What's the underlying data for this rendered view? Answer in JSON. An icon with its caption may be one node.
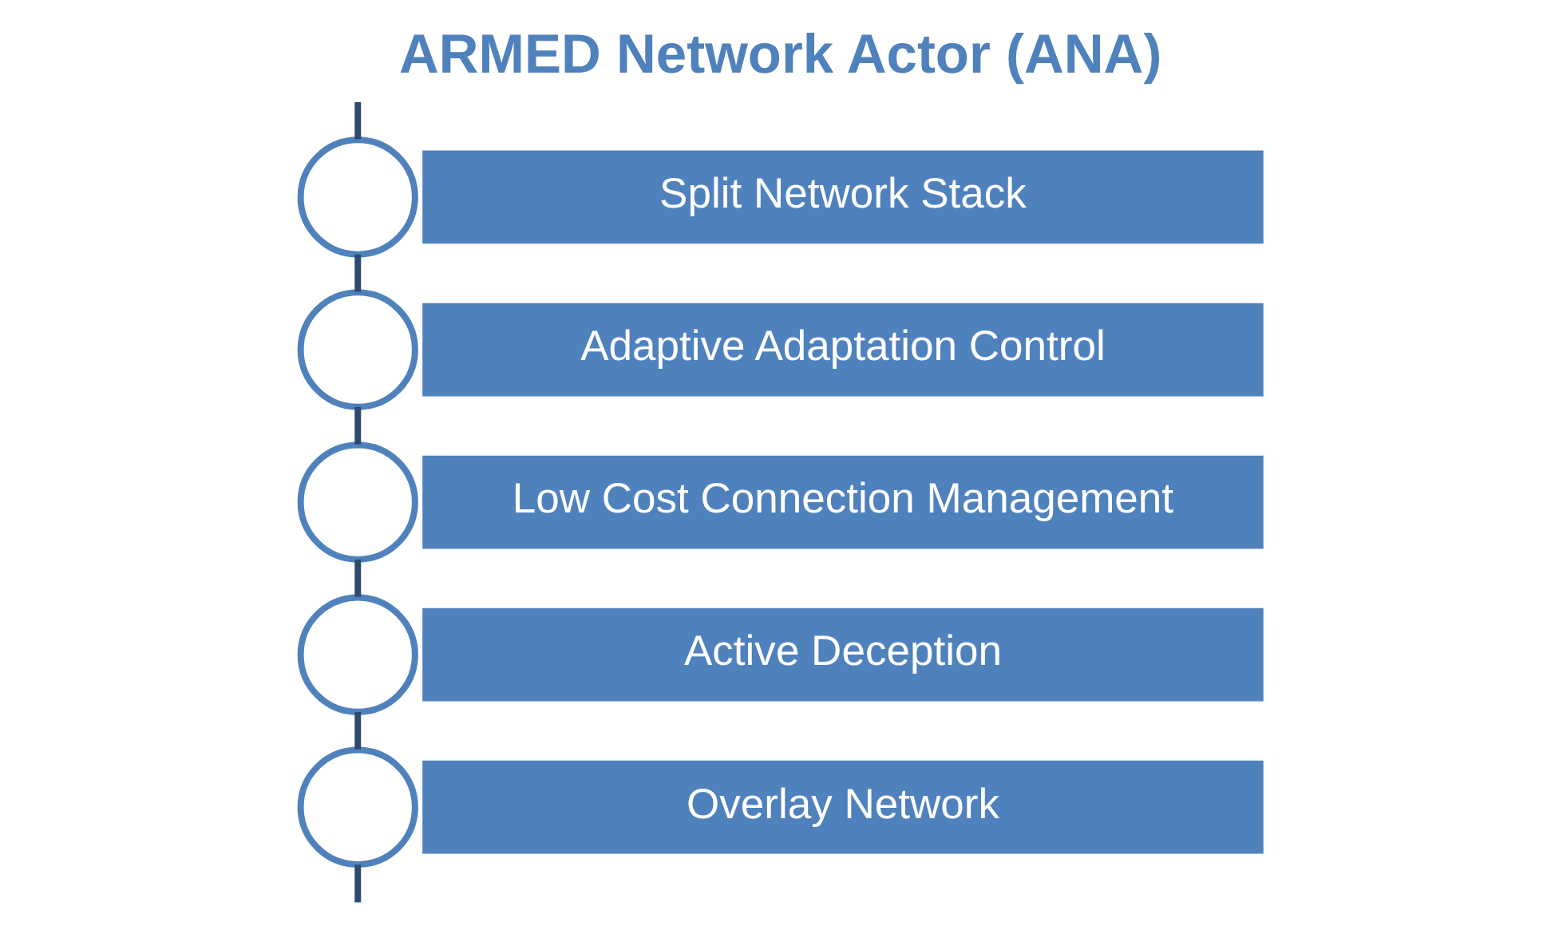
{
  "diagram": {
    "title": "ARMED Network Actor (ANA)",
    "nodes": [
      {
        "text": [],
        "shape": "circle"
      },
      {
        "text": [
          "Split Network Stack"
        ]
      },
      {
        "text": [],
        "shape": "circle"
      },
      {
        "text": [
          "Adaptive Adaptation Control"
        ]
      },
      {
        "text": [],
        "shape": "circle"
      },
      {
        "text": [
          "Low Cost Connection Management"
        ]
      },
      {
        "text": [],
        "shape": "circle"
      },
      {
        "text": [
          "Active Deception"
        ]
      },
      {
        "text": [],
        "shape": "circle"
      },
      {
        "text": [
          "Overlay Network"
        ]
      }
    ],
    "edges": [
      {
        "from": null,
        "to": 0,
        "arrow": "none"
      },
      {
        "from": 0,
        "to": 2,
        "arrow": "none"
      },
      {
        "from": 2,
        "to": 4,
        "arrow": "none"
      },
      {
        "from": 4,
        "to": 6,
        "arrow": "none"
      },
      {
        "from": 6,
        "to": 8,
        "arrow": "none"
      },
      {
        "from": 8,
        "to": null,
        "arrow": "none"
      }
    ]
  }
}
